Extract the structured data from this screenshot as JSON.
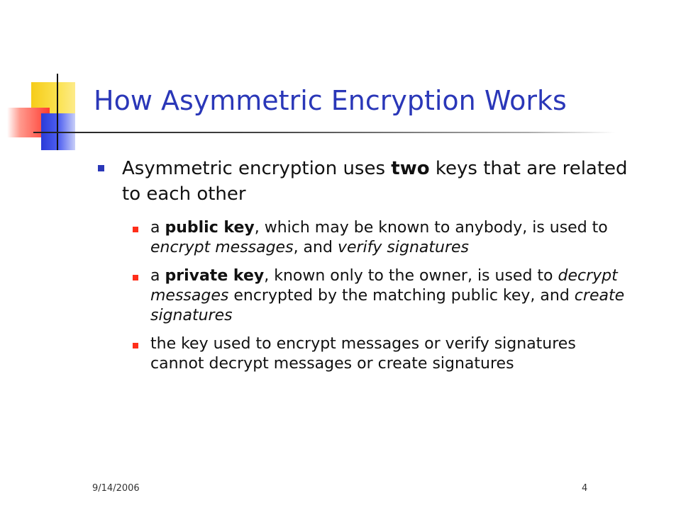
{
  "slide": {
    "title": "How Asymmetric Encryption Works",
    "bullet1": {
      "before": "Asymmetric encryption uses ",
      "bold": "two",
      "after": " keys that are related to each other"
    },
    "sub1": {
      "a": "a ",
      "bold": "public key",
      "b": ", which may be known to anybody, is used to ",
      "italic1": "encrypt messages",
      "c": ", and ",
      "italic2": "verify signatures"
    },
    "sub2": {
      "a": "a ",
      "bold": "private key",
      "b": ", known only to the owner, is used to ",
      "italic1": "decrypt messages",
      "c": " encrypted by the matching public key, and ",
      "italic2": "create signatures"
    },
    "sub3": {
      "text": "the key used to encrypt messages or verify signatures cannot decrypt messages or create signatures"
    },
    "footer": {
      "date": "9/14/2006",
      "page": "4"
    }
  },
  "colors": {
    "title": "#2a37b8",
    "bullet_level1": "#2a37b8",
    "bullet_level2": "#ff2e1a"
  }
}
